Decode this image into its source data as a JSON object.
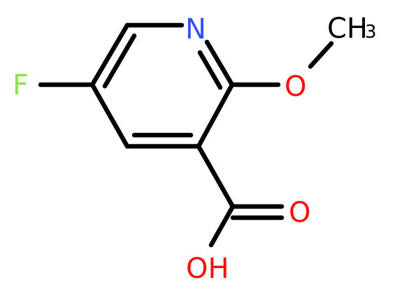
{
  "colors": {
    "carbon_bond": "#000000",
    "nitrogen": "#3050f8",
    "oxygen": "#ff0d0d",
    "fluorine": "#90e050",
    "background": "#ffffff"
  },
  "atoms": {
    "n": "N",
    "f": "F",
    "o_ether": "O",
    "o_carbonyl": "O",
    "oh": "OH",
    "ch3_main": "CH",
    "ch3_sub": "3"
  }
}
